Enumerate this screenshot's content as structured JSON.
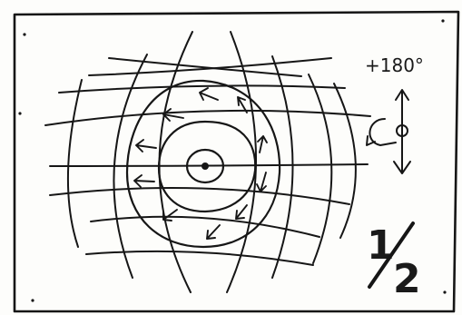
{
  "rotation_label": "+180°",
  "fraction_label": "1/2",
  "fraction_numerator": "1",
  "fraction_denominator": "2",
  "icons": [
    "rotate-arrow-icon",
    "up-arrow-icon",
    "down-arrow-icon",
    "axis-pivot-icon"
  ]
}
